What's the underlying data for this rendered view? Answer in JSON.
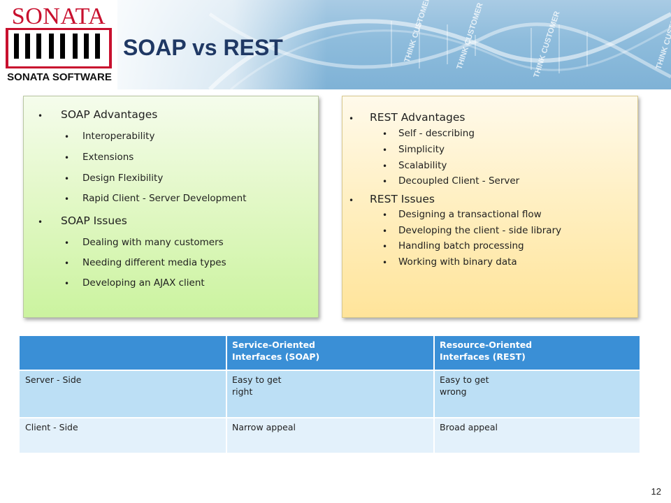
{
  "logo": {
    "name": "SONATA",
    "subtitle": "SONATA SOFTWARE"
  },
  "title": "SOAP vs REST",
  "banner": {
    "watermark_text": [
      "THINK CUSTOMER",
      "THINK CUSTOMER",
      "THINK CUSTOMER",
      "THINK CUSTOMER"
    ]
  },
  "soap_box": {
    "advantages_heading": "SOAP Advantages",
    "advantages": [
      "Interoperability",
      "Extensions",
      "Design Flexibility",
      "Rapid Client - Server Development"
    ],
    "issues_heading": "SOAP Issues",
    "issues": [
      "Dealing with many customers",
      "Needing different media types",
      "Developing an AJAX client"
    ]
  },
  "rest_box": {
    "advantages_heading": "REST Advantages",
    "advantages": [
      "Self - describing",
      "Simplicity",
      "Scalability",
      "Decoupled Client - Server"
    ],
    "issues_heading": "REST Issues",
    "issues": [
      "Designing a transactional flow",
      "Developing the client - side library",
      "Handling batch processing",
      "Working with binary data"
    ]
  },
  "table": {
    "headers": [
      "",
      "Service-Oriented\nInterfaces (SOAP)",
      "Resource-Oriented\nInterfaces (REST)"
    ],
    "rows": [
      [
        "Server - Side",
        "Easy to get\nright",
        "Easy to get\nwrong"
      ],
      [
        "Client - Side",
        "Narrow appeal",
        "Broad appeal"
      ]
    ]
  },
  "page_number": "12",
  "colors": {
    "title": "#1f3864",
    "logo_red": "#c8102e",
    "table_header": "#3a8fd6",
    "table_row_1": "#bcdff5",
    "table_row_2": "#e3f1fb",
    "soap_box": "#cbf39f",
    "rest_box": "#ffe49a"
  }
}
